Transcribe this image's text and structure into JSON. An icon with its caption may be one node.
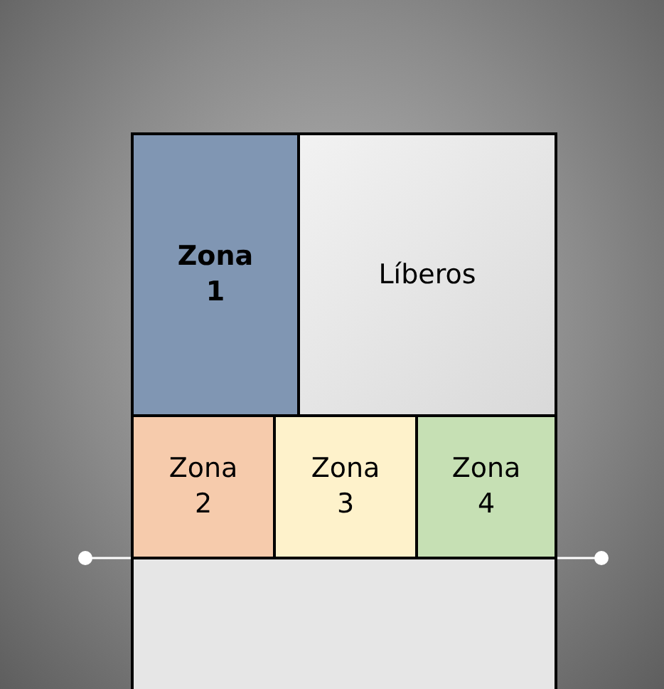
{
  "diagram": {
    "nodes": [
      {
        "text": [
          "Zona 1"
        ]
      },
      {
        "text": [
          "Líberos"
        ]
      },
      {
        "text": [
          "Zona 2"
        ]
      },
      {
        "text": [
          "Zona 3"
        ]
      },
      {
        "text": [
          "Zona 4"
        ]
      },
      {
        "text": [],
        "shape": "box"
      }
    ]
  }
}
